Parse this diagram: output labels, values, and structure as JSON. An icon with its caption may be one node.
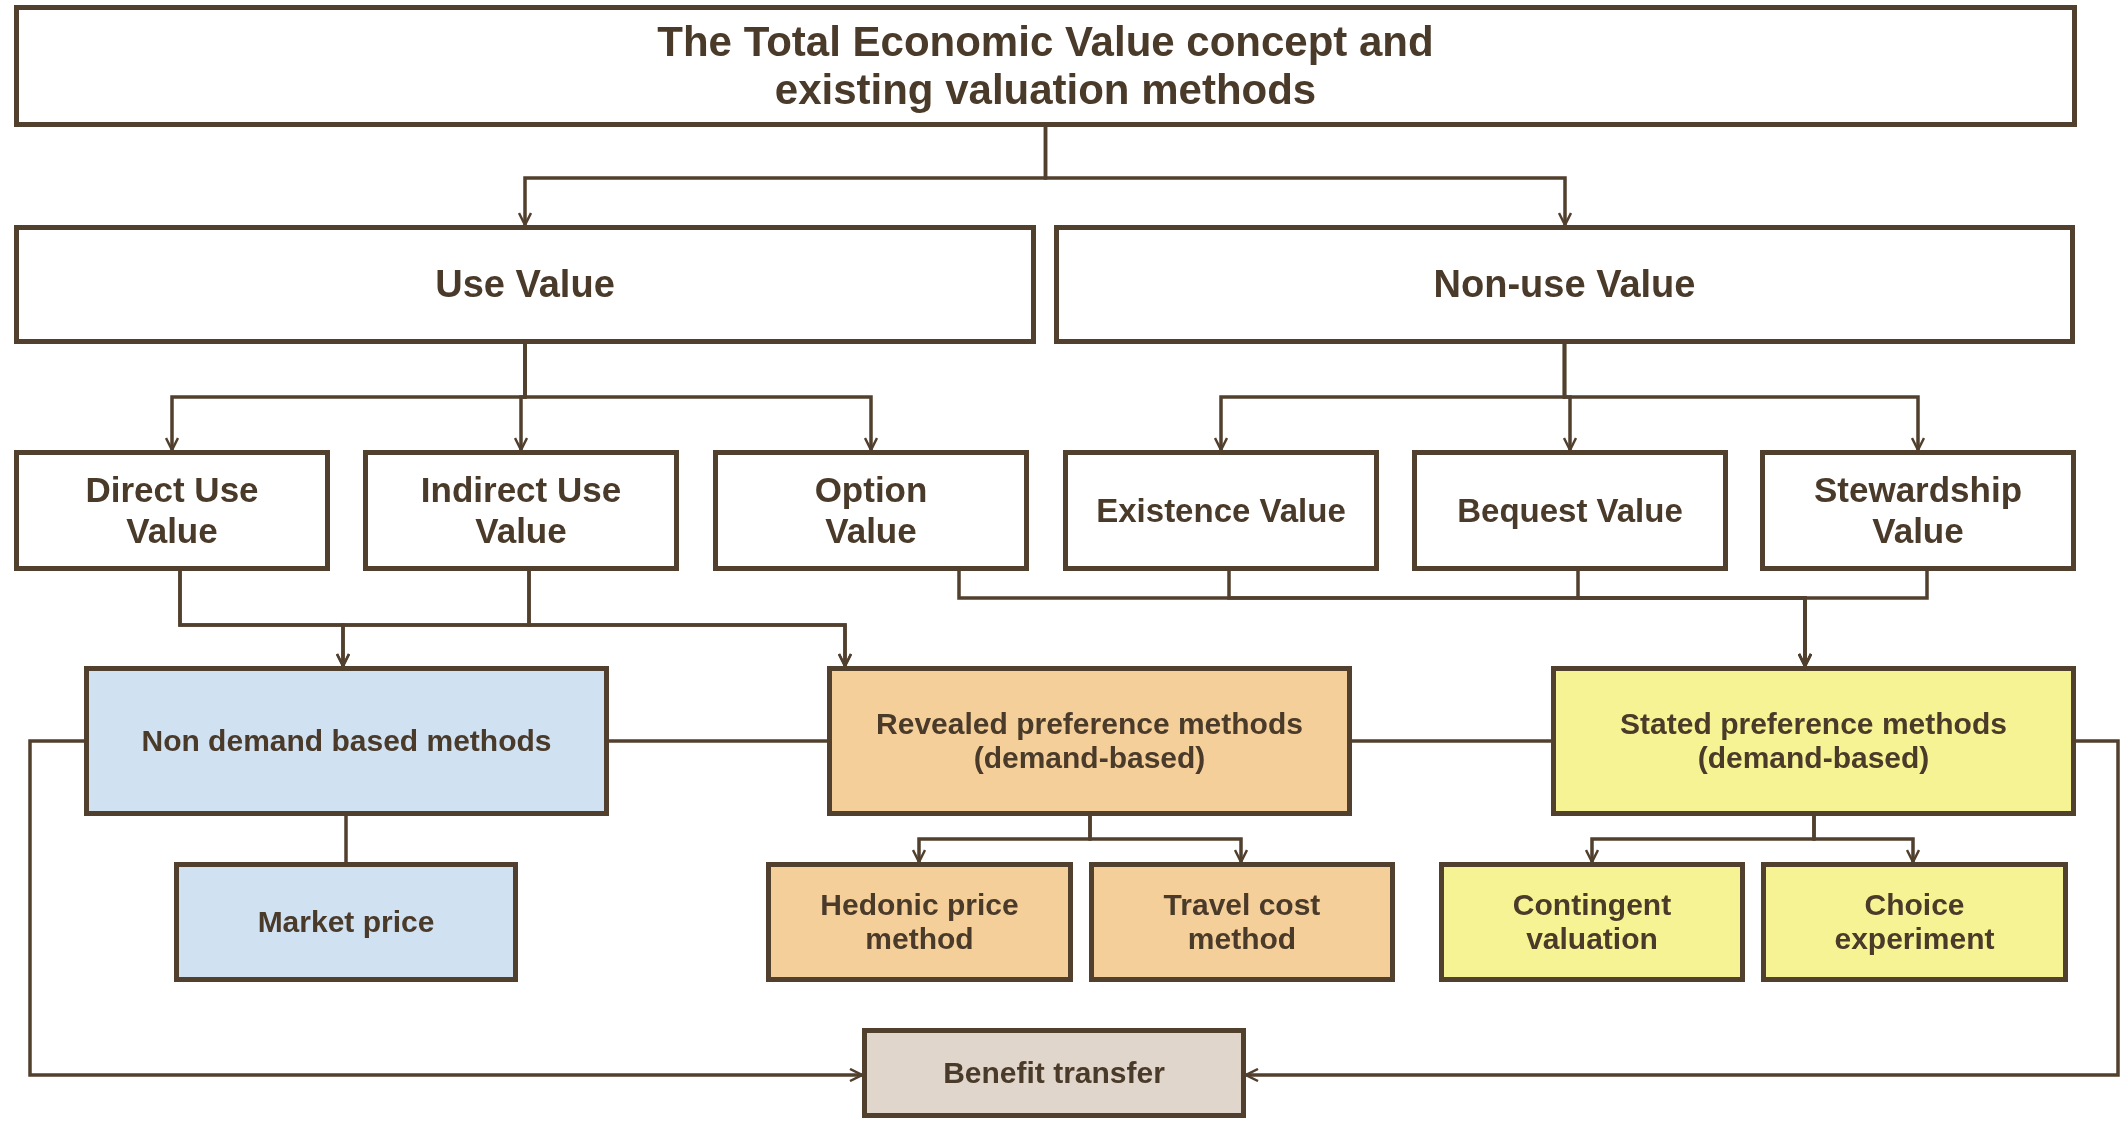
{
  "diagram": {
    "nodes": [
      {
        "text": [
          "The Total Economic Value concept and existing valuation methods"
        ]
      },
      {
        "text": [
          "Use Value"
        ]
      },
      {
        "text": [
          "Non-use Value"
        ]
      },
      {
        "text": [
          "Direct Use Value"
        ]
      },
      {
        "text": [
          "Indirect Use Value"
        ]
      },
      {
        "text": [
          "Option Value"
        ]
      },
      {
        "text": [
          "Existence Value"
        ]
      },
      {
        "text": [
          "Bequest Value"
        ]
      },
      {
        "text": [
          "Stewardship Value"
        ]
      },
      {
        "text": [
          "Non demand based methods"
        ]
      },
      {
        "text": [
          "Revealed preference methods (demand-based)"
        ]
      },
      {
        "text": [
          "Stated preference methods (demand-based)"
        ]
      },
      {
        "text": [
          "Market price"
        ]
      },
      {
        "text": [
          "Hedonic price method"
        ]
      },
      {
        "text": [
          "Travel cost method"
        ]
      },
      {
        "text": [
          "Contingent valuation"
        ]
      },
      {
        "text": [
          "Choice experiment"
        ]
      },
      {
        "text": [
          "Benefit transfer"
        ]
      }
    ],
    "edges": [
      {
        "from": 0,
        "to": 1,
        "arrow": "to"
      },
      {
        "from": 0,
        "to": 2,
        "arrow": "to"
      },
      {
        "from": 1,
        "to": 3,
        "arrow": "to"
      },
      {
        "from": 1,
        "to": 4,
        "arrow": "to"
      },
      {
        "from": 1,
        "to": 5,
        "arrow": "to"
      },
      {
        "from": 2,
        "to": 6,
        "arrow": "to"
      },
      {
        "from": 2,
        "to": 7,
        "arrow": "to"
      },
      {
        "from": 2,
        "to": 8,
        "arrow": "to"
      },
      {
        "from": 3,
        "to": 9,
        "arrow": "to"
      },
      {
        "from": 4,
        "to": 9,
        "arrow": "to"
      },
      {
        "from": 3,
        "to": 10,
        "arrow": "to"
      },
      {
        "from": 4,
        "to": 10,
        "arrow": "to"
      },
      {
        "from": 5,
        "to": 11,
        "arrow": "to"
      },
      {
        "from": 6,
        "to": 11,
        "arrow": "to"
      },
      {
        "from": 7,
        "to": 11,
        "arrow": "to"
      },
      {
        "from": 8,
        "to": 11,
        "arrow": "to"
      },
      {
        "from": 9,
        "to": 10,
        "arrow": "none"
      },
      {
        "from": 10,
        "to": 11,
        "arrow": "none"
      },
      {
        "from": 9,
        "to": 12,
        "arrow": "none"
      },
      {
        "from": 10,
        "to": 13,
        "arrow": "to"
      },
      {
        "from": 10,
        "to": 14,
        "arrow": "to"
      },
      {
        "from": 11,
        "to": 15,
        "arrow": "to"
      },
      {
        "from": 11,
        "to": 16,
        "arrow": "to"
      },
      {
        "from": 9,
        "to": 17,
        "arrow": "to"
      },
      {
        "from": 11,
        "to": 17,
        "arrow": "to"
      }
    ]
  }
}
